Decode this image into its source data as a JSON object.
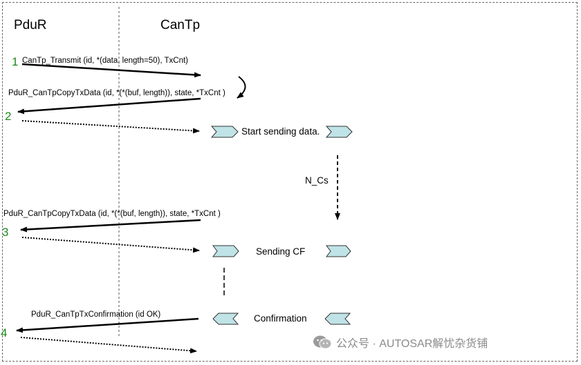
{
  "lanes": {
    "left": "PduR",
    "right": "CanTp"
  },
  "messages": {
    "transmit": "CanTp_Transmit (id, *(data, length=50), TxCnt)",
    "copy1": "PduR_CanTpCopyTxData (id, *(*(buf, length)), state, *TxCnt )",
    "copy2": "PduR_CanTpCopyTxData (id, *(*(buf, length)), state, *TxCnt )",
    "confirm": "PduR_CanTpTxConfirmation (id OK)"
  },
  "states": {
    "start": "Start sending data.",
    "ncs": "N_Cs",
    "sending_cf": "Sending CF",
    "confirmation": "Confirmation"
  },
  "steps": [
    "1",
    "2",
    "3",
    "4"
  ],
  "watermark": {
    "icon": "wechat-icon",
    "text": "公众号 · AUTOSAR解忧杂货铺"
  },
  "colors": {
    "step": "#1a8a1a",
    "shape_fill": "#bfe3e6",
    "line": "#000000"
  }
}
